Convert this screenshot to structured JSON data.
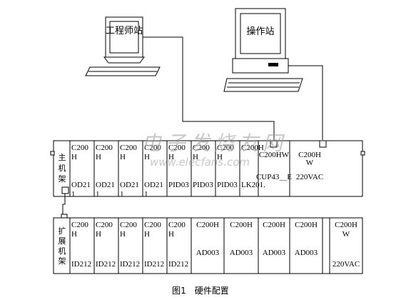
{
  "stations": {
    "engineer": "工程师站",
    "operator": "操作站"
  },
  "main_rack": {
    "label": "主机架",
    "slots": [
      {
        "l1": "C200",
        "l2": "H",
        "l3": "OD21",
        "l4": "1"
      },
      {
        "l1": "C200",
        "l2": "H",
        "l3": "OD21",
        "l4": "1"
      },
      {
        "l1": "C200",
        "l2": "H",
        "l3": "OD21",
        "l4": "1"
      },
      {
        "l1": "C200",
        "l2": "H",
        "l3": "OD21",
        "l4": "1"
      },
      {
        "l1": "C200",
        "l2": "H",
        "l3": "PID03",
        "l4": ""
      },
      {
        "l1": "C200",
        "l2": "H",
        "l3": "PID03",
        "l4": ""
      },
      {
        "l1": "C200",
        "l2": "H",
        "l3": "PID03",
        "l4": ""
      },
      {
        "l1": "C200H",
        "l2": "",
        "l3": "LK201.",
        "l4": ""
      },
      {
        "l1": "C200HW",
        "l2": "",
        "l3": "CUP43＿E",
        "l4": ""
      },
      {
        "l1": "C200H",
        "l2": "W",
        "l3": "220VAC",
        "l4": ""
      }
    ]
  },
  "expansion_rack": {
    "label": "扩展机架",
    "slots": [
      {
        "l1": "C200",
        "l2": "H",
        "l3": "ID212"
      },
      {
        "l1": "C200",
        "l2": "H",
        "l3": "ID212"
      },
      {
        "l1": "C200",
        "l2": "H",
        "l3": "ID212"
      },
      {
        "l1": "C200",
        "l2": "H",
        "l3": "ID212"
      },
      {
        "l1": "C200",
        "l2": "H",
        "l3": "ID212"
      },
      {
        "l1": "C200H",
        "l2": "",
        "l3": "AD003"
      },
      {
        "l1": "C200H",
        "l2": "",
        "l3": "AD003"
      },
      {
        "l1": "C200H",
        "l2": "",
        "l3": "AD003"
      },
      {
        "l1": "C200H",
        "l2": "",
        "l3": "AD003"
      },
      {
        "l1": "C200H",
        "l2": "W",
        "l3": "220VAC"
      }
    ]
  },
  "caption": "图1　硬件配置",
  "watermark": {
    "top": "电子发烧友网",
    "url": "www.elecfans.com"
  }
}
